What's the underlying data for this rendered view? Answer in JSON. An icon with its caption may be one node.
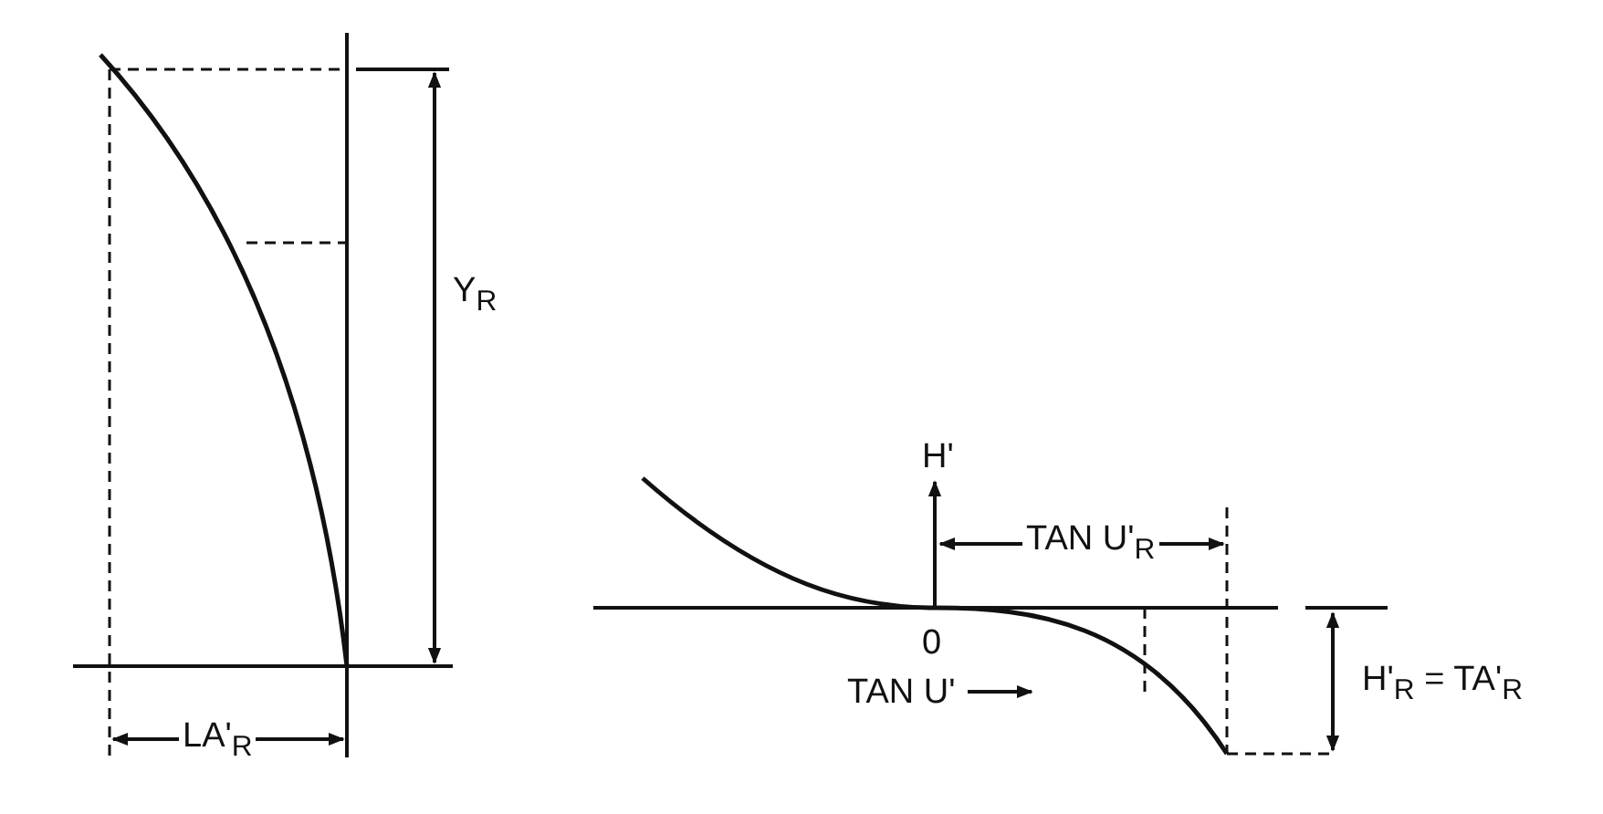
{
  "diagram": {
    "labels": [
      "Y$_{R}$",
      "LA'$_{R}$",
      "H'",
      "TAN U'$_{R}$",
      "0",
      "TAN U'",
      "H'$_{R}$ = TA'$_{R}$"
    ]
  }
}
